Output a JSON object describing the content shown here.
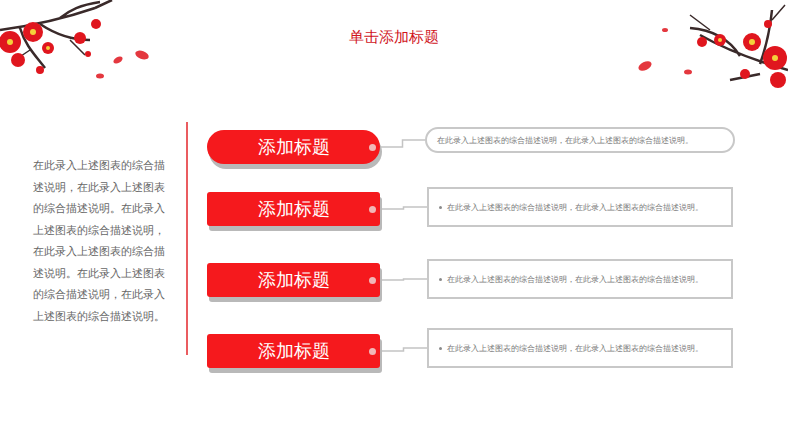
{
  "diagram": {
    "title": "单击添加标题",
    "nodes": [
      {
        "text": [
          "添加标题"
        ]
      },
      {
        "text": [
          "在此录入上述图表的综合描述说明，在此录入上述图表的综合描述说明。"
        ]
      },
      {
        "text": [
          "添加标题"
        ]
      },
      {
        "text": [
          "在此录入上述图表的综合描述说明，在此录入上述图表的综合描述说明。"
        ]
      },
      {
        "text": [
          "添加标题"
        ]
      },
      {
        "text": [
          "在此录入上述图表的综合描述说明，在此录入上述图表的综合描述说明。"
        ]
      },
      {
        "text": [
          "添加标题"
        ]
      },
      {
        "text": [
          "在此录入上述图表的综合描述说明，在此录入上述图表的综合描述说明。"
        ]
      }
    ],
    "edges": [
      {
        "from": 0,
        "to": 1,
        "arrow": "none"
      },
      {
        "from": 2,
        "to": 3,
        "arrow": "none"
      },
      {
        "from": 4,
        "to": 5,
        "arrow": "none"
      },
      {
        "from": 6,
        "to": 7,
        "arrow": "none"
      }
    ],
    "labels": [
      "在此录入上述图表的综合描述说明，在此录入上述图表的综合描述说明。在此录入上述图表的综合描述说明，在此录入上述图表的综合描述说明。在此录入上述图表的综合描述说明，在此录入上述图表的综合描述说明。"
    ]
  }
}
